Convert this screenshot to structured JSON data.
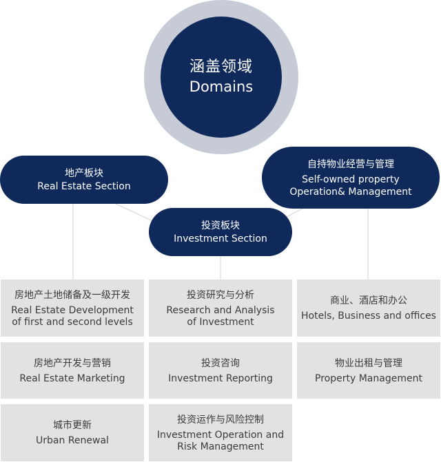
{
  "center": {
    "zh": "涵盖领域",
    "en": "Domains"
  },
  "sections": [
    {
      "zh": "地产板块",
      "en": "Real Estate Section"
    },
    {
      "zh": "投资板块",
      "en": "Investment Section"
    },
    {
      "zh": "自持物业经营与管理",
      "en": "Self-owned property Operation& Management"
    }
  ],
  "columns": [
    [
      {
        "zh": "房地产土地储备及一级开发",
        "en": "Real Estate Development of first and second levels"
      },
      {
        "zh": "房地产开发与营销",
        "en": "Real Estate Marketing"
      },
      {
        "zh": "城市更新",
        "en": "Urban Renewal"
      }
    ],
    [
      {
        "zh": "投资研究与分析",
        "en": "Research and Analysis of Investment"
      },
      {
        "zh": "投资咨询",
        "en": "Investment Reporting"
      },
      {
        "zh": "投资运作与风险控制",
        "en": "Investment Operation and Risk Management"
      }
    ],
    [
      {
        "zh": "商业、酒店和办公",
        "en": "Hotels, Business and offices"
      },
      {
        "zh": "物业出租与管理",
        "en": "Property Management"
      }
    ]
  ],
  "colors": {
    "navy": "#0f2a5a",
    "ring": "#c6cbd6",
    "box": "#e2e2e2",
    "line": "#d6d6d6"
  }
}
